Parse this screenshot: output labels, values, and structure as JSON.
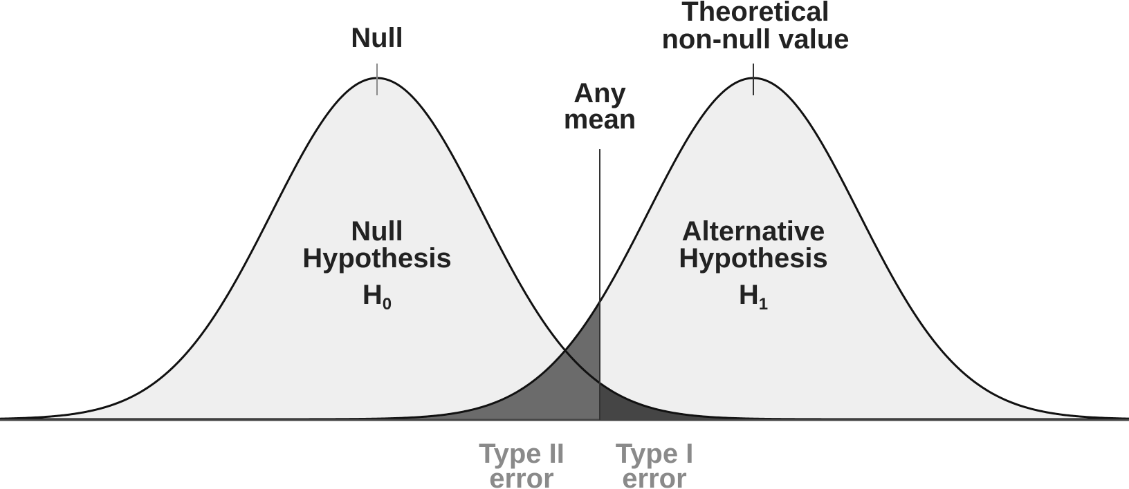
{
  "labels": {
    "null_top": "Null",
    "theoretical_line1": "Theoretical",
    "theoretical_line2": "non-null value",
    "any_mean_line1": "Any",
    "any_mean_line2": "mean",
    "null_hypothesis_line1": "Null",
    "null_hypothesis_line2": "Hypothesis",
    "null_symbol": "H",
    "null_symbol_sub": "0",
    "alt_hypothesis_line1": "Alternative",
    "alt_hypothesis_line2": "Hypothesis",
    "alt_symbol": "H",
    "alt_symbol_sub": "1",
    "type2_line1": "Type II",
    "type2_line2": "error",
    "type1_line1": "Type I",
    "type1_line2": "error"
  },
  "colors": {
    "curve_fill": "#efefef",
    "curve_stroke": "#111111",
    "type2_fill": "#6b6b6b",
    "type1_fill": "#454545",
    "baseline": "#444444",
    "error_text": "#8a8a8a",
    "text": "#222222"
  }
}
